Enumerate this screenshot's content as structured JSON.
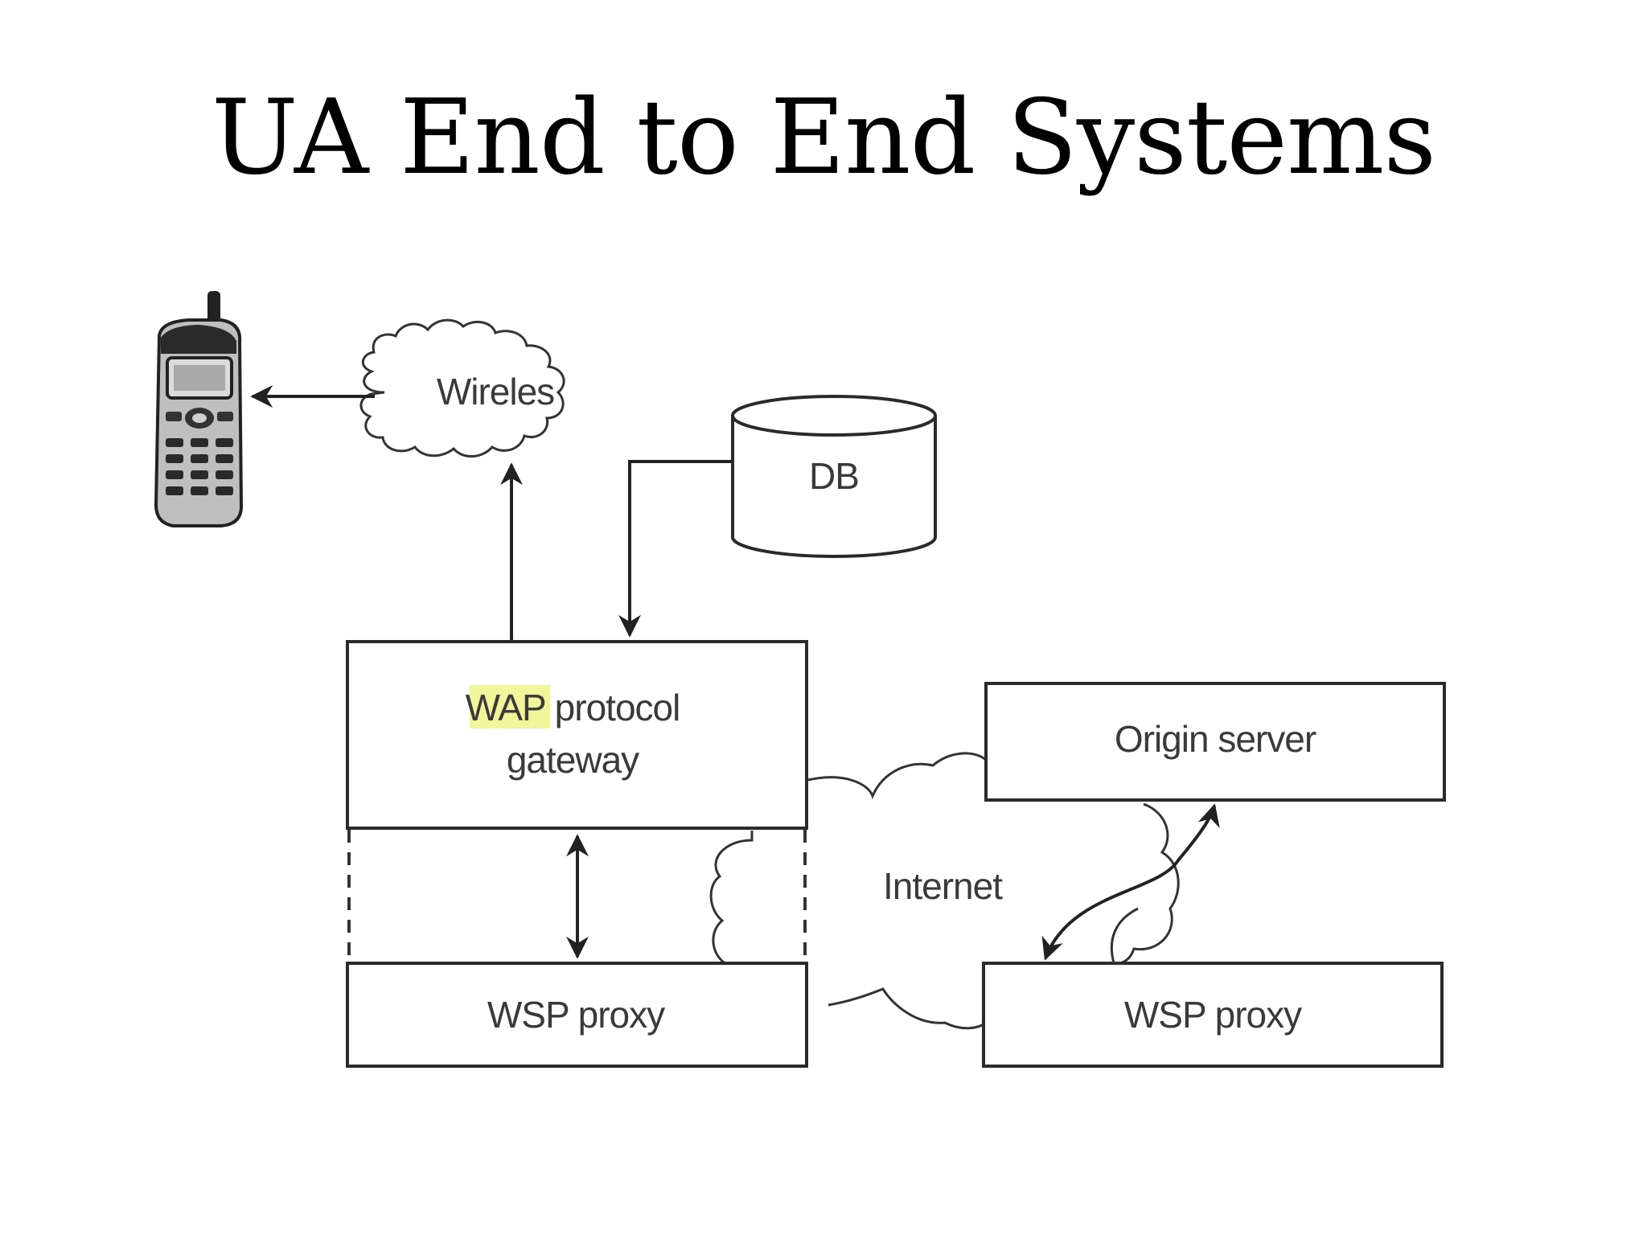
{
  "title": "UA End to End Systems",
  "nodes": {
    "phone": {
      "icon": "mobile-phone-icon"
    },
    "wireless_cloud": {
      "label": "Wireles"
    },
    "db": {
      "label": "DB"
    },
    "wap_gateway": {
      "highlight": "WAP",
      "rest_line1": " protocol",
      "line2": "gateway",
      "highlight_color": "#f3f59a"
    },
    "origin_server": {
      "label": "Origin server"
    },
    "internet_cloud": {
      "label": "Internet"
    },
    "wsp_proxy_left": {
      "label": "WSP proxy"
    },
    "wsp_proxy_right": {
      "label": "WSP proxy"
    }
  }
}
